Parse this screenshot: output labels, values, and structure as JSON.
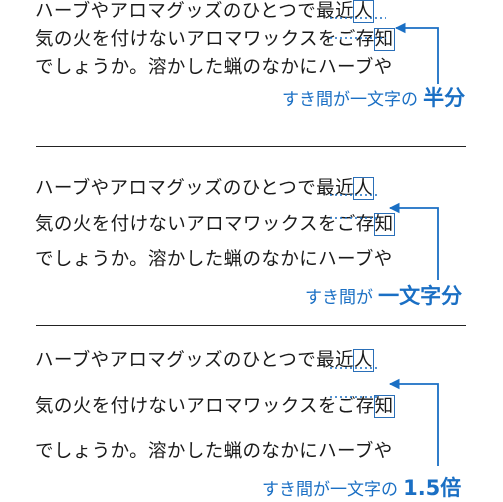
{
  "text_lines": [
    "ハーブやアロマグッズのひとつで最近",
    "気の火を付けないアロマワックスをご存",
    "でしょうか。溶かした蝋のなかにハーブや"
  ],
  "boxed_chars": [
    "人",
    "知"
  ],
  "panels": [
    {
      "caption_prefix": "すき間が一文字の",
      "caption_emphasis": "半分"
    },
    {
      "caption_prefix": "すき間が",
      "caption_emphasis": "一文字分"
    },
    {
      "caption_prefix": "すき間が一文字の",
      "caption_emphasis": "1.5倍"
    }
  ],
  "colors": {
    "accent": "#1a6fc4",
    "text": "#1a1a1a",
    "divider": "#222222"
  }
}
